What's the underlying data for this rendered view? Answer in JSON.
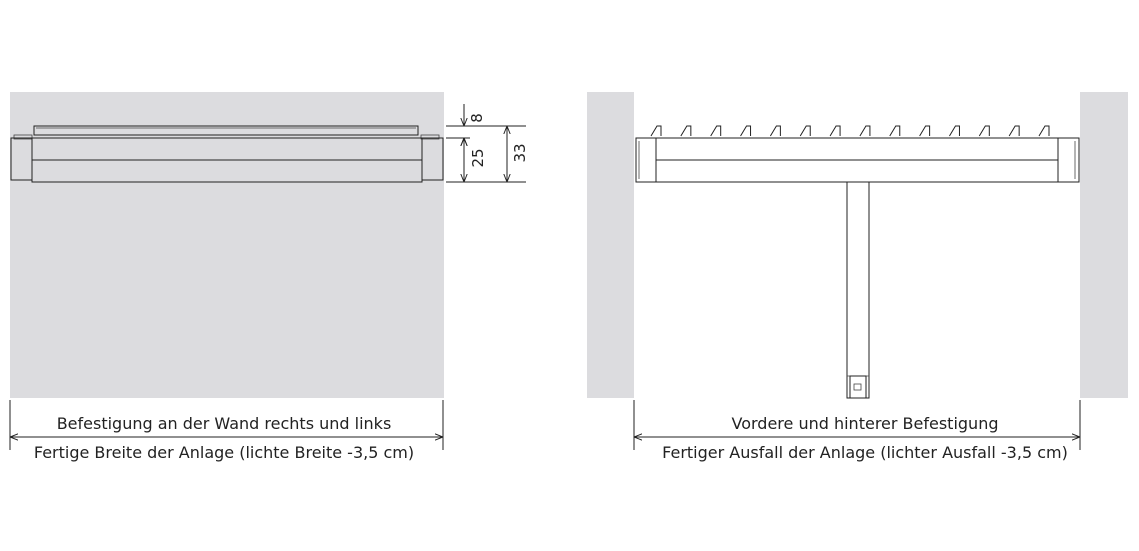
{
  "colors": {
    "wall": "#dcdcdf",
    "line": "#222222",
    "background": "#ffffff"
  },
  "left_view": {
    "caption_mount": "Befestigung an der Wand rechts und links",
    "caption_width": "Fertige Breite der Anlage (lichte Breite -3,5 cm)",
    "dimensions": {
      "top": "8",
      "middle": "25",
      "total": "33"
    }
  },
  "right_view": {
    "caption_mount": "Vordere und hinterer Befestigung",
    "caption_extension": "Fertiger Ausfall der Anlage (lichter Ausfall -3,5 cm)",
    "louver_count": 14
  }
}
